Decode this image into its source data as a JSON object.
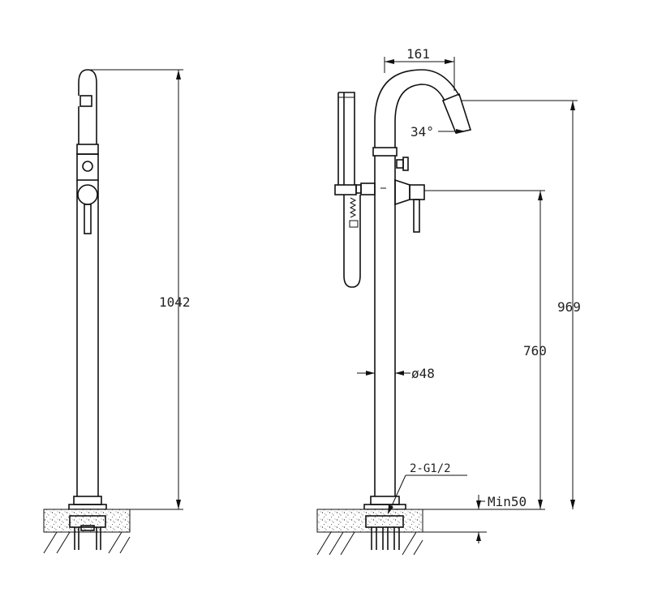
{
  "dimensions": {
    "total_height_front": "1042",
    "spout_reach": "161",
    "spout_angle": "34°",
    "total_height_side": "969",
    "handle_height": "760",
    "diameter": "ø48",
    "inlet": "2-G1/2",
    "min_depth": "Min50"
  }
}
